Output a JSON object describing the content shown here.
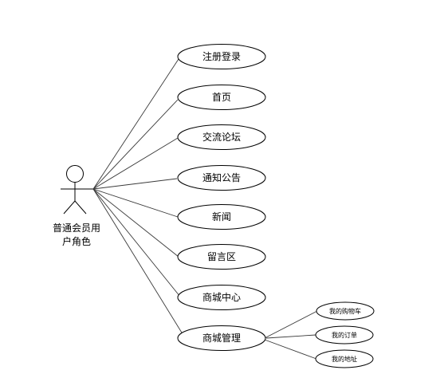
{
  "actor": {
    "label_line1": "普通会员用",
    "label_line2": "户角色"
  },
  "use_cases": [
    "注册登录",
    "首页",
    "交流论坛",
    "通知公告",
    "新闻",
    "留言区",
    "商城中心",
    "商城管理"
  ],
  "sub_use_cases": [
    "我的购物车",
    "我的订单",
    "我的地址"
  ]
}
